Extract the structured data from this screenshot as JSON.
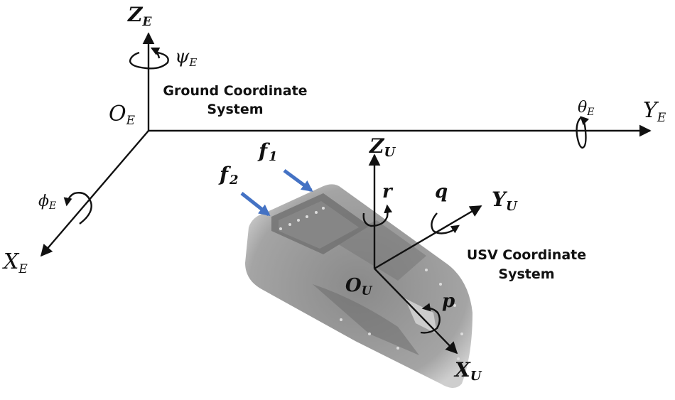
{
  "ground_system": {
    "title_line1": "Ground Coordinate",
    "title_line2": "System",
    "origin": {
      "symbol": "O",
      "sub": "E"
    },
    "axes": {
      "z": {
        "symbol": "Z",
        "sub": "E"
      },
      "y": {
        "symbol": "Y",
        "sub": "E"
      },
      "x": {
        "symbol": "X",
        "sub": "E"
      }
    },
    "rotations": {
      "psi": {
        "symbol": "ψ",
        "sub": "E"
      },
      "theta": {
        "symbol": "θ",
        "sub": "E"
      },
      "phi": {
        "symbol": "ϕ",
        "sub": "E"
      }
    }
  },
  "usv_system": {
    "title_line1": "USV Coordinate",
    "title_line2": "System",
    "origin": {
      "symbol": "O",
      "sub": "U"
    },
    "axes": {
      "z": {
        "symbol": "Z",
        "sub": "U"
      },
      "y": {
        "symbol": "Y",
        "sub": "U"
      },
      "x": {
        "symbol": "X",
        "sub": "U"
      }
    },
    "rotations": {
      "r": {
        "symbol": "r"
      },
      "q": {
        "symbol": "q"
      },
      "p": {
        "symbol": "p"
      }
    }
  },
  "forces": {
    "f1": {
      "symbol": "f",
      "sub": "1"
    },
    "f2": {
      "symbol": "f",
      "sub": "2"
    },
    "arrow_color": "#4472c4"
  }
}
